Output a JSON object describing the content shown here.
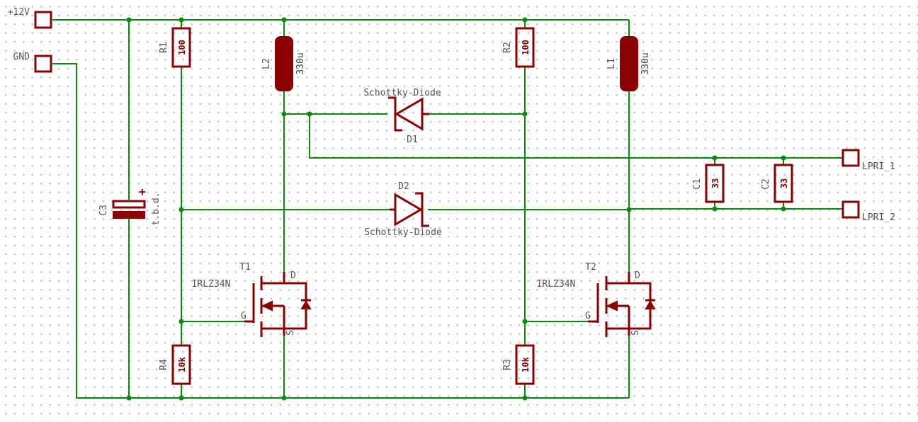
{
  "pins": {
    "vcc": "+12V",
    "gnd": "GND",
    "lpri1": "LPRI_1",
    "lpri2": "LPRI_2"
  },
  "components": {
    "r1": {
      "ref": "R1",
      "value": "100"
    },
    "r2": {
      "ref": "R2",
      "value": "100"
    },
    "r3": {
      "ref": "R3",
      "value": "10k"
    },
    "r4": {
      "ref": "R4",
      "value": "10k"
    },
    "l1": {
      "ref": "L1",
      "value": "330u"
    },
    "l2": {
      "ref": "L2",
      "value": "330u"
    },
    "c1": {
      "ref": "C1",
      "value": "33"
    },
    "c2": {
      "ref": "C2",
      "value": "33"
    },
    "c3": {
      "ref": "C3",
      "value": "t.b.d.",
      "polarity": "+"
    },
    "d1": {
      "ref": "D1",
      "value": "Schottky-Diode"
    },
    "d2": {
      "ref": "D2",
      "value": "Schottky-Diode"
    },
    "t1": {
      "ref": "T1",
      "value": "IRLZ34N",
      "gate": "G",
      "drain": "D",
      "source": "S"
    },
    "t2": {
      "ref": "T2",
      "value": "IRLZ34N",
      "gate": "G",
      "drain": "D",
      "source": "S"
    }
  },
  "colors": {
    "wire": "#0a8a0a",
    "part": "#8b0000",
    "text": "#555555",
    "grid": "#b8b8b8"
  }
}
